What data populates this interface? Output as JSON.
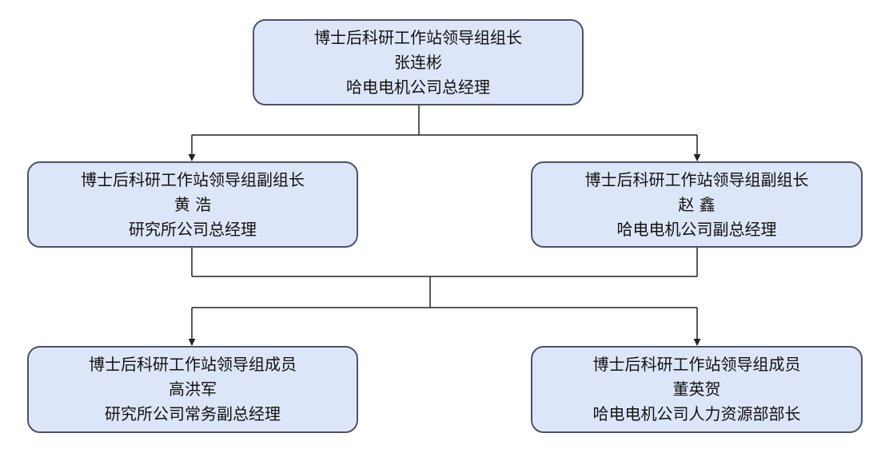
{
  "org_chart": {
    "leader": {
      "role": "博士后科研工作站领导组组长",
      "name": "张连彬",
      "title": "哈电电机公司总经理"
    },
    "deputy_left": {
      "role": "博士后科研工作站领导组副组长",
      "name": "黄 浩",
      "title": "研究所公司总经理"
    },
    "deputy_right": {
      "role": "博士后科研工作站领导组副组长",
      "name": "赵 鑫",
      "title": "哈电电机公司副总经理"
    },
    "member_left": {
      "role": "博士后科研工作站领导组成员",
      "name": "高洪军",
      "title": "研究所公司常务副总经理"
    },
    "member_right": {
      "role": "博士后科研工作站领导组成员",
      "name": "董英贺",
      "title": "哈电电机公司人力资源部部长"
    }
  },
  "colors": {
    "node_fill": "#dde6f8",
    "node_border": "#4c5366",
    "connector": "#222222",
    "text": "#111111"
  }
}
